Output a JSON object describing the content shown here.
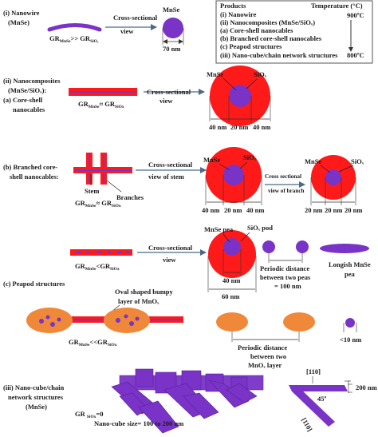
{
  "legend": {
    "products_heading": "Products",
    "temperature_heading": "Temperature (°C)",
    "items": [
      "(i) Nanowire",
      "(ii) Nanocomposites (MnSe/SiOₓ)",
      "(a) Core-shell nanocables",
      "(b) Branched core-shell nanocables",
      "(c) Peapod structures",
      "(iii) Nano-cube/chain network structures"
    ],
    "temp_high": "900ºC",
    "temp_low": "800ºC"
  },
  "nanowire": {
    "title_line1": "(i) Nanowire",
    "title_line2": "(MnSe)",
    "growth_rate": "GR",
    "growth_sub1": "MnSe",
    "growth_rel": ">> GR",
    "growth_sub2": "SiOₓ",
    "cross_label": "Cross-sectional view",
    "cross_line1": "Cross-sectional",
    "cross_line2": "view",
    "core_label": "MnSe",
    "diameter": "70 nm"
  },
  "nanocomposite": {
    "title_line1": "(ii) Nanocomposites",
    "title_line2": "(MnSe/SiOₓ):",
    "title_line3": "(a)  Core-shell",
    "title_line4": "nanocables",
    "gr": "GR",
    "gr_sub1": "MnSe",
    "gr_rel": "≈ GR",
    "gr_sub2": "SiOx",
    "cross_line1": "Cross-sectional",
    "cross_line2": "view",
    "core_label": "MnSe",
    "shell_label": "SiOₓ",
    "dims": [
      "40 nm",
      "20 nm",
      "40 nm"
    ]
  },
  "branched": {
    "title_line1": "(b) Branched core-",
    "title_line2": "shell nanocables:",
    "stem_label": "Stem",
    "branches_label": "Branches",
    "gr": "GR",
    "gr_sub1": "MnSe",
    "gr_rel": "≈ GR",
    "gr_sub2": "SiOx",
    "stem_cross_line1": "Cross-sectional",
    "stem_cross_line2": "view of stem",
    "branch_cross_line1": "Cross sectional",
    "branch_cross_line2": "view of branch",
    "core_label": "MnSe",
    "shell_label": "SiOₓ",
    "stem_dims": [
      "40 nm",
      "20 nm",
      "40 nm"
    ],
    "branch_dims": [
      "20 nm",
      "20 nm",
      "20 nm"
    ]
  },
  "peapod_a": {
    "gr": "GR",
    "gr_sub1": "MnSe",
    "gr_rel": "<GR",
    "gr_sub2": "SiOx",
    "cross_line1": "Cross-sectional",
    "cross_line2": "view",
    "pea_label": "MnSe pea",
    "pod_label": "SiOₓ pod",
    "inner_dim": "40 nm",
    "outer_dim": "60 nm",
    "periodic_line1": "Periodic distance",
    "periodic_line2": "between two peas",
    "periodic_line3": "= 100 nm",
    "longish_line1": "Longish MnSe",
    "longish_line2": "pea"
  },
  "peapod_c": {
    "title": "(c) Peapod structures",
    "bumpy_line1": "Oval shaped bumpy",
    "bumpy_line2": "layer of MnOₓ",
    "gr": "GR",
    "gr_sub1": "MnSe",
    "gr_rel": "<<GR",
    "gr_sub2": "SiOx",
    "periodic_line1": "Periodic distance",
    "periodic_line2": "between two",
    "periodic_line3": "MnOₓ layer",
    "small_dim": "<10 nm"
  },
  "nanocube": {
    "title_line1": "(iii) Nano-cube/chain",
    "title_line2": "network structures",
    "title_line3": "(MnSe)",
    "gr": "GR",
    "gr_sub": "SiOx",
    "gr_rel": "=0",
    "size_label": "Nano-cube size= 100 to 200 nm",
    "dir1": "[110]",
    "dir2": "[110]",
    "angle": "45º",
    "length": "200 nm"
  },
  "colors": {
    "purple": "#7a33c7",
    "red": "#ff1a1a",
    "orange": "#f0883a",
    "teal_arrow": "#5a7fa0"
  }
}
